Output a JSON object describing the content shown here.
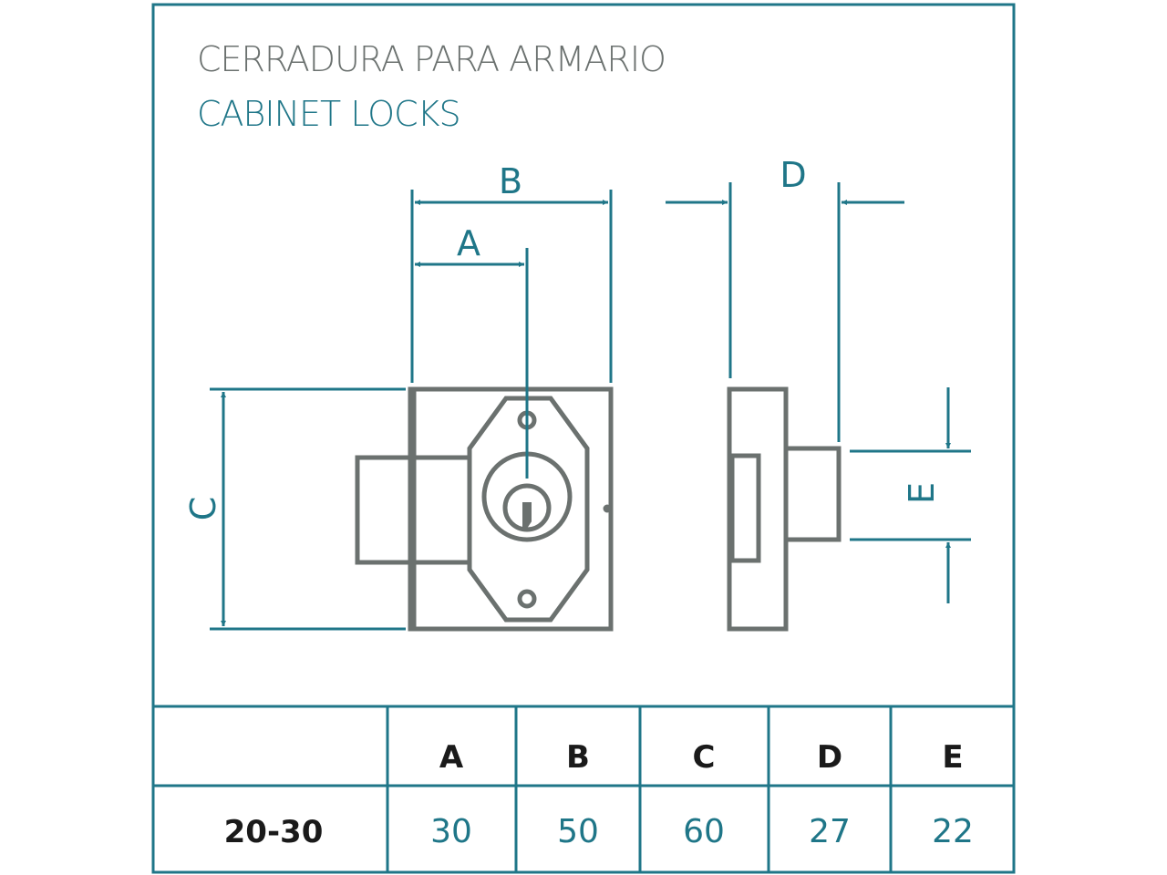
{
  "title": {
    "es": "CERRADURA PARA ARMARIO",
    "en": "CABINET LOCKS"
  },
  "dimensions": {
    "a": "A",
    "b": "B",
    "c": "C",
    "d": "D",
    "e": "E"
  },
  "table": {
    "headers": [
      "A",
      "B",
      "C",
      "D",
      "E"
    ],
    "rows": [
      {
        "model": "20-30",
        "values": [
          "30",
          "50",
          "60",
          "27",
          "22"
        ]
      }
    ]
  },
  "colors": {
    "accent": "#1f7688",
    "line": "#6b716f"
  }
}
